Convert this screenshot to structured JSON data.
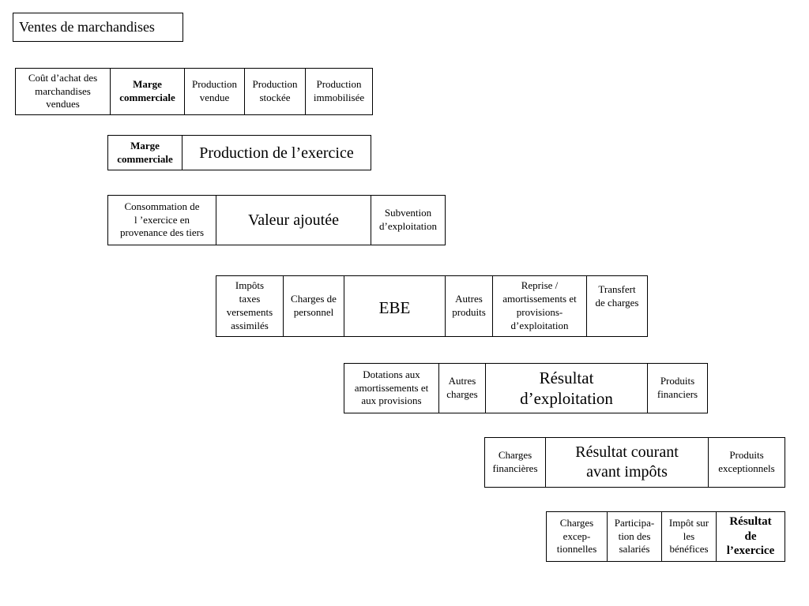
{
  "ventes": "Ventes de marchandises",
  "row1": {
    "cout_achat": [
      "Coût d’achat des",
      "marchandises",
      "vendues"
    ],
    "marge": [
      "Marge",
      "commerciale"
    ],
    "prod_vendue": [
      "Production",
      "vendue"
    ],
    "prod_stockee": [
      "Production",
      "stockée"
    ],
    "prod_immobilisee": [
      "Production",
      "immobilisée"
    ]
  },
  "row2": {
    "marge": [
      "Marge",
      "commerciale"
    ],
    "production_exercice": "Production de l’exercice"
  },
  "row3": {
    "consommation": [
      "Consommation de",
      "l ’exercice en",
      "provenance des tiers"
    ],
    "valeur_ajoutee": "Valeur ajoutée",
    "subvention": [
      "Subvention",
      "d’exploitation"
    ]
  },
  "row4": {
    "impots": [
      "Impôts",
      "taxes",
      "versements",
      "assimilés"
    ],
    "charges_personnel": [
      "Charges de",
      "personnel"
    ],
    "ebe": "EBE",
    "autres_produits": [
      "Autres",
      "produits"
    ],
    "reprise": [
      "Reprise /",
      "amortissements et",
      "provisions-",
      "d’exploitation"
    ],
    "transfert": [
      "Transfert",
      "de charges"
    ]
  },
  "row5": {
    "dotations": [
      "Dotations aux",
      "amortissements et",
      "aux provisions"
    ],
    "autres_charges": [
      "Autres",
      "charges"
    ],
    "resultat_exploitation": [
      "Résultat",
      "d’exploitation"
    ],
    "produits_financiers": [
      "Produits",
      "financiers"
    ]
  },
  "row6": {
    "charges_financieres": [
      "Charges",
      "financières"
    ],
    "resultat_courant": [
      "Résultat courant",
      "avant impôts"
    ],
    "produits_exceptionnels": [
      "Produits",
      "exceptionnels"
    ]
  },
  "row7": {
    "charges_exceptionnelles": [
      "Charges",
      "excep-",
      "tionnelles"
    ],
    "participation": [
      "Participa-",
      "tion des",
      "salariés"
    ],
    "impot_benefices": [
      "Impôt sur",
      "les",
      "bénéfices"
    ],
    "resultat_exercice": [
      "Résultat",
      "de",
      "l’exercice"
    ]
  }
}
